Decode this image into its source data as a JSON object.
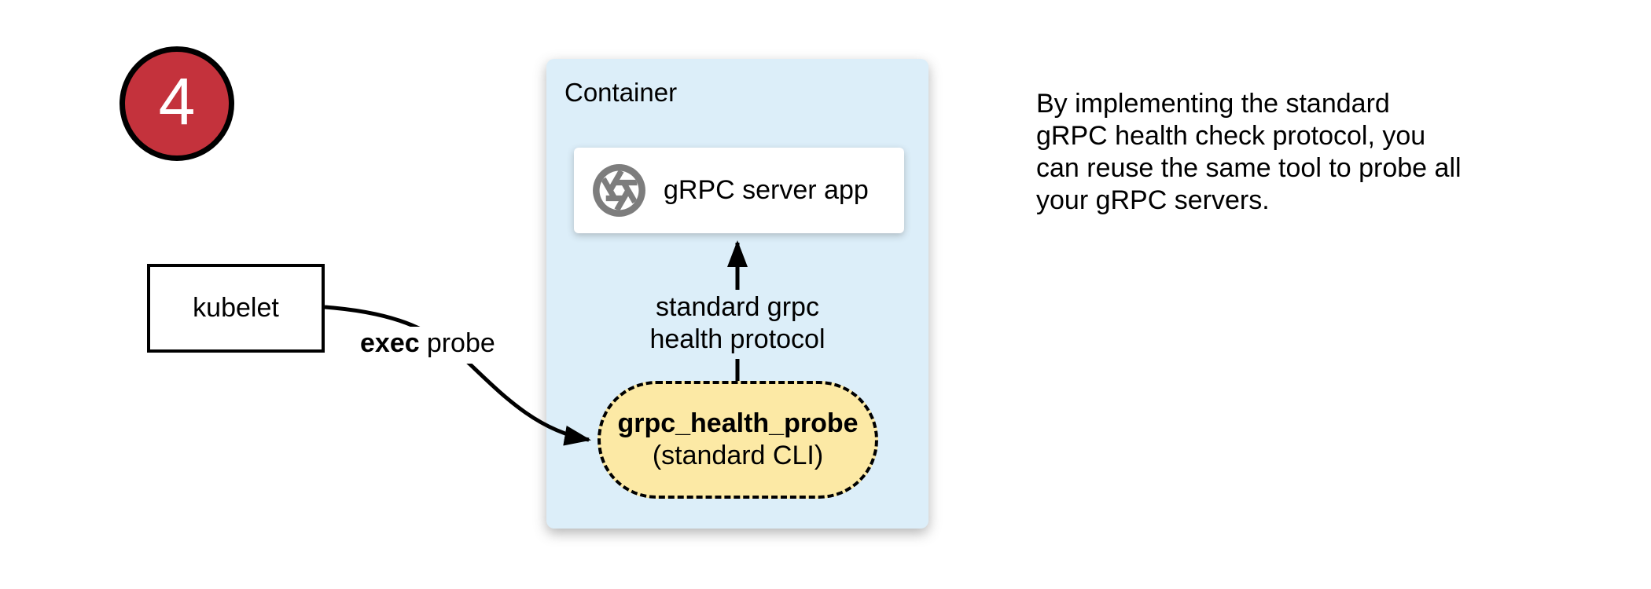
{
  "step_badge": {
    "number": "4"
  },
  "container": {
    "title": "Container"
  },
  "nodes": {
    "kubelet": {
      "label": "kubelet"
    },
    "grpc_server": {
      "label": "gRPC server app",
      "icon": "aperture-icon"
    },
    "health_probe": {
      "name": "grpc_health_probe",
      "detail": "(standard CLI)"
    }
  },
  "edges": {
    "exec_probe": {
      "label_bold": "exec",
      "label_rest": "probe"
    },
    "health_protocol": {
      "label_lines": [
        "standard grpc",
        "health protocol"
      ]
    }
  },
  "annotation": {
    "lines": [
      "By implementing the standard",
      "gRPC health check protocol, you",
      "can reuse the same tool to probe all",
      "your gRPC servers."
    ]
  },
  "colors": {
    "badge_red": "#C4323C",
    "container_blue": "#DCEEF9",
    "probe_yellow": "#FCE9A5",
    "icon_gray": "#7D7D7D",
    "stroke_black": "#000000"
  }
}
